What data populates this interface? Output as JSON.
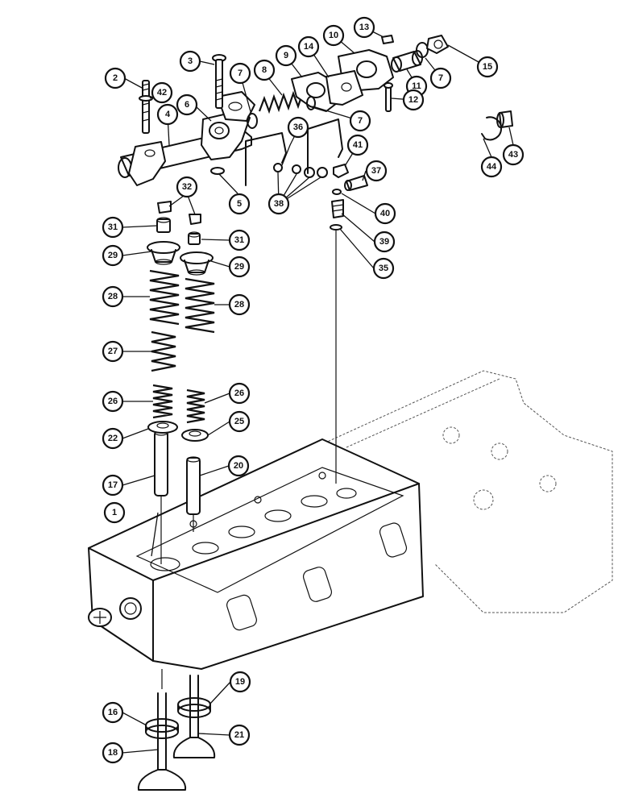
{
  "callouts": [
    {
      "label": "1"
    },
    {
      "label": "2"
    },
    {
      "label": "3"
    },
    {
      "label": "4"
    },
    {
      "label": "5"
    },
    {
      "label": "6"
    },
    {
      "label": "7"
    },
    {
      "label": "8"
    },
    {
      "label": "9"
    },
    {
      "label": "10"
    },
    {
      "label": "11"
    },
    {
      "label": "7"
    },
    {
      "label": "12"
    },
    {
      "label": "13"
    },
    {
      "label": "14"
    },
    {
      "label": "15"
    },
    {
      "label": "7"
    },
    {
      "label": "16"
    },
    {
      "label": "17"
    },
    {
      "label": "18"
    },
    {
      "label": "19"
    },
    {
      "label": "20"
    },
    {
      "label": "21"
    },
    {
      "label": "22"
    },
    {
      "label": "25"
    },
    {
      "label": "26"
    },
    {
      "label": "26"
    },
    {
      "label": "27"
    },
    {
      "label": "28"
    },
    {
      "label": "28"
    },
    {
      "label": "29"
    },
    {
      "label": "29"
    },
    {
      "label": "31"
    },
    {
      "label": "31"
    },
    {
      "label": "32"
    },
    {
      "label": "35"
    },
    {
      "label": "36"
    },
    {
      "label": "37"
    },
    {
      "label": "38"
    },
    {
      "label": "39"
    },
    {
      "label": "40"
    },
    {
      "label": "41"
    },
    {
      "label": "42"
    },
    {
      "label": "43"
    },
    {
      "label": "44"
    }
  ]
}
